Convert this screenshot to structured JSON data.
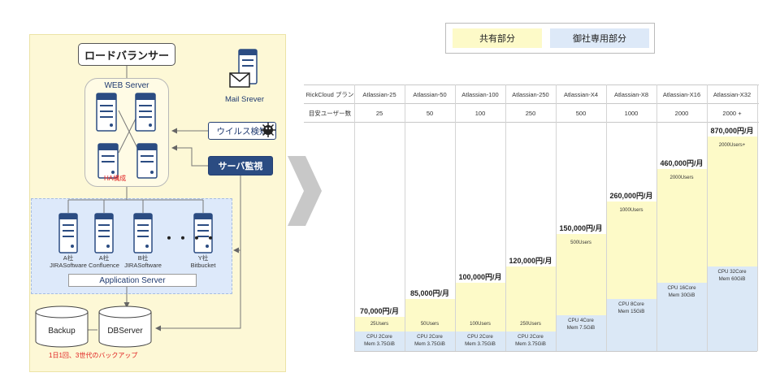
{
  "architecture": {
    "load_balancer": "ロードバランサー",
    "web_server": "WEB Server",
    "ha_label": "HA構成",
    "mail_server": "Mail Srever",
    "virus_check": "ウイルス検知",
    "server_monitor": "サーバ監視",
    "app_servers": [
      {
        "company": "A社",
        "product": "JIRASoftware"
      },
      {
        "company": "A社",
        "product": "Confluence"
      },
      {
        "company": "B社",
        "product": "JIRASoftware"
      },
      {
        "company": "Y社",
        "product": "Bitbucket"
      }
    ],
    "ellipsis": "・・・・",
    "app_server_title": "Application Server",
    "backup": "Backup",
    "db_server": "DBServer",
    "backup_note": "1日1回、3世代のバックアップ"
  },
  "legend": {
    "shared": "共有部分",
    "dedicated": "御社専用部分"
  },
  "table": {
    "row_label_plan": "RickCloud プラン",
    "row_label_users": "目安ユーザー数",
    "plans": [
      {
        "name": "Atlassian-25",
        "users": "25",
        "price": "70,000円/月",
        "users_label": "25Users",
        "cpu": "CPU 2Core",
        "mem": "Mem 3.75GiB"
      },
      {
        "name": "Atlassian-50",
        "users": "50",
        "price": "85,000円/月",
        "users_label": "50Users",
        "cpu": "CPU 2Core",
        "mem": "Mem 3.75GiB"
      },
      {
        "name": "Atlassian-100",
        "users": "100",
        "price": "100,000円/月",
        "users_label": "100Users",
        "cpu": "CPU 2Core",
        "mem": "Mem 3.75GiB"
      },
      {
        "name": "Atlassian-250",
        "users": "250",
        "price": "120,000円/月",
        "users_label": "250Users",
        "cpu": "CPU 2Core",
        "mem": "Mem 3.75GiB"
      },
      {
        "name": "Atlassian-X4",
        "users": "500",
        "price": "150,000円/月",
        "users_label": "500Users",
        "cpu": "CPU 4Core",
        "mem": "Mem 7.5GiB"
      },
      {
        "name": "Atlassian-X8",
        "users": "1000",
        "price": "260,000円/月",
        "users_label": "1000Users",
        "cpu": "CPU 8Core",
        "mem": "Mem 15GiB"
      },
      {
        "name": "Atlassian-X16",
        "users": "2000",
        "price": "460,000円/月",
        "users_label": "2000Users",
        "cpu": "CPU 16Core",
        "mem": "Mem 30GiB"
      },
      {
        "name": "Atlassian-X32",
        "users": "2000 +",
        "price": "870,000円/月",
        "users_label": "2000Users+",
        "cpu": "CPU 32Core",
        "mem": "Mem 60GiB"
      }
    ]
  },
  "colors": {
    "shared": "#fdfac8",
    "dedicated": "#dbe8f6",
    "navy": "#2b4c82",
    "panel": "#fdf8d6"
  }
}
